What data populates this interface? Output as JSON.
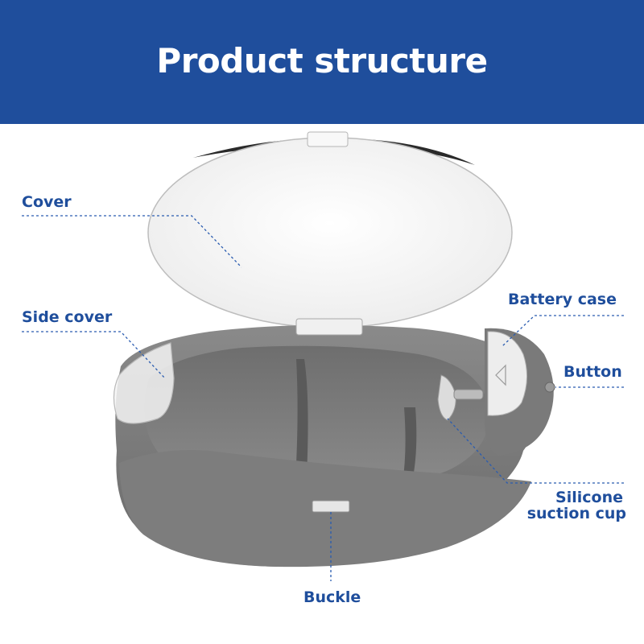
{
  "header": {
    "title": "Product structure",
    "background": "#1f4e9c"
  },
  "labels": {
    "cover": "Cover",
    "side_cover": "Side cover",
    "battery_case": "Battery case",
    "button": "Button",
    "silicone_suction_cup_line1": "Silicone",
    "silicone_suction_cup_line2": "suction cup",
    "buckle": "Buckle"
  },
  "colors": {
    "label": "#1f4e9c",
    "leader_line": "#2a5cb0",
    "body": "#7a7a7a",
    "body_dark": "#5e5e5e",
    "cover": "#f2f2f2"
  }
}
